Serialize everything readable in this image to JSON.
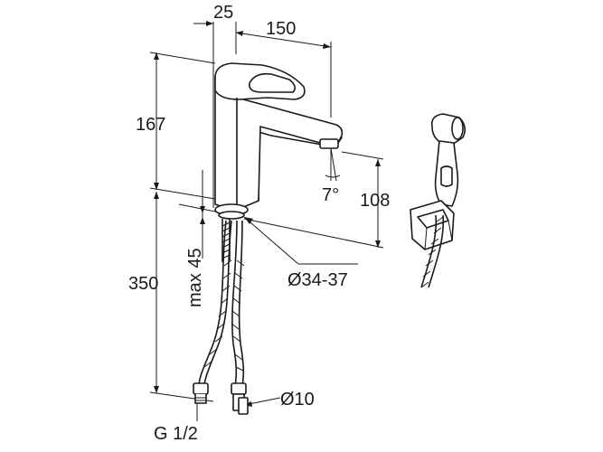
{
  "dimensions": {
    "offset_top": "25",
    "reach": "150",
    "height_upper": "167",
    "angle": "7°",
    "spout_height": "108",
    "mount_max": "max 45",
    "tail_length": "350",
    "hole_diameter": "Ø34-37",
    "hose_diameter": "Ø10",
    "thread": "G 1/2"
  }
}
